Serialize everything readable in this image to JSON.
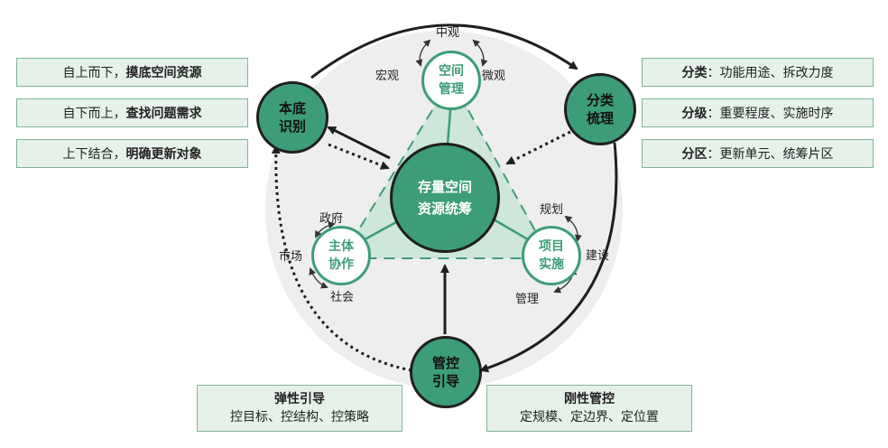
{
  "center": {
    "line1": "存量空间",
    "line2": "资源统筹"
  },
  "outer_nodes": {
    "left": {
      "line1": "本底",
      "line2": "识别"
    },
    "right": {
      "line1": "分类",
      "line2": "梳理"
    },
    "bottom": {
      "line1": "管控",
      "line2": "引导"
    }
  },
  "inner_nodes": {
    "top": {
      "line1": "空间",
      "line2": "管理",
      "labels": {
        "top": "中观",
        "left": "宏观",
        "right": "微观"
      }
    },
    "left": {
      "line1": "主体",
      "line2": "协作",
      "labels": {
        "top": "政府",
        "left": "市场",
        "bottom": "社会"
      }
    },
    "right": {
      "line1": "项目",
      "line2": "实施",
      "labels": {
        "top": "规划",
        "right": "建设",
        "bottom": "管理"
      }
    }
  },
  "left_boxes": [
    {
      "normal": "自上而下，",
      "bold": "摸底空间资源"
    },
    {
      "normal": "自下而上，",
      "bold": "查找问题需求"
    },
    {
      "normal": "上下结合，",
      "bold": "明确更新对象"
    }
  ],
  "right_boxes": [
    {
      "bold": "分类",
      "normal": "：功能用途、拆改力度"
    },
    {
      "bold": "分级",
      "normal": "：重要程度、实施时序"
    },
    {
      "bold": "分区",
      "normal": "：更新单元、统筹片区"
    }
  ],
  "bottom_boxes": {
    "left": {
      "title": "弹性引导",
      "text": "控目标、控结构、控策略"
    },
    "right": {
      "title": "刚性管控",
      "text": "定规模、定边界、定位置"
    }
  },
  "colors": {
    "green": "#3d9d78",
    "light_green": "#e6f1ea",
    "dark": "#1f1f1f",
    "disc": "#eeeeee"
  }
}
